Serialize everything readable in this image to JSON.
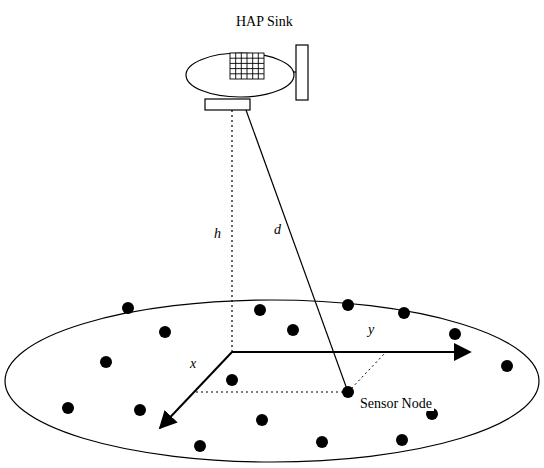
{
  "diagram": {
    "labels": [
      "HAP Sink",
      "h",
      "d",
      "x",
      "y",
      "Sensor Node"
    ]
  }
}
